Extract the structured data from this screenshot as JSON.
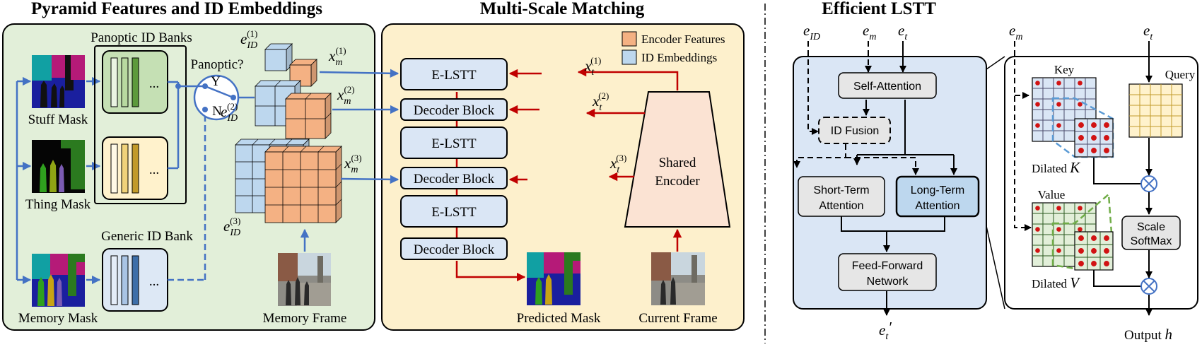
{
  "titles": {
    "left": "Pyramid Features and ID Embeddings",
    "middle": "Multi-Scale Matching",
    "right": "Efficient LSTT"
  },
  "left_panel": {
    "panoptic_banks": "Panoptic ID Banks",
    "generic_bank": "Generic ID Bank",
    "panoptic_question": "Panoptic?",
    "switch_y": "Y",
    "switch_n": "N",
    "ellipsis": "...",
    "stuff_mask": "Stuff Mask",
    "thing_mask": "Thing Mask",
    "memory_mask": "Memory Mask",
    "memory_frame": "Memory Frame"
  },
  "middle_panel": {
    "legend_encoder": "Encoder Features",
    "legend_id": "ID Embeddings",
    "blocks": [
      "E-LSTT",
      "Decoder Block",
      "E-LSTT",
      "Decoder Block",
      "E-LSTT",
      "Decoder Block"
    ],
    "shared_encoder_1": "Shared",
    "shared_encoder_2": "Encoder",
    "predicted_mask": "Predicted Mask",
    "current_frame": "Current Frame"
  },
  "math": {
    "e": "e",
    "x": "x",
    "id_sub": "ID",
    "m_sub": "m",
    "t_sub": "t",
    "s1": "(1)",
    "s2": "(2)",
    "s3": "(3)",
    "prime": "′",
    "h": "h",
    "K": "K",
    "V": "V"
  },
  "right_panel": {
    "self_attention": "Self-Attention",
    "id_fusion": "ID Fusion",
    "short_term_1": "Short-Term",
    "short_term_2": "Attention",
    "long_term_1": "Long-Term",
    "long_term_2": "Attention",
    "ffn_1": "Feed-Forward",
    "ffn_2": "Network",
    "key": "Key",
    "query": "Query",
    "value": "Value",
    "dilated": "Dilated",
    "scale_1": "Scale",
    "scale_2": "SoftMax",
    "output": "Output"
  },
  "colors": {
    "green_panel": "#e2efd9",
    "yellow_panel": "#fdf0cc",
    "blue_panel": "#dae6f5",
    "orange_cube": "#f4b183",
    "blue_cube": "#bdd7ee",
    "arrow_red": "#c00000",
    "arrow_blue": "#4472c4"
  }
}
